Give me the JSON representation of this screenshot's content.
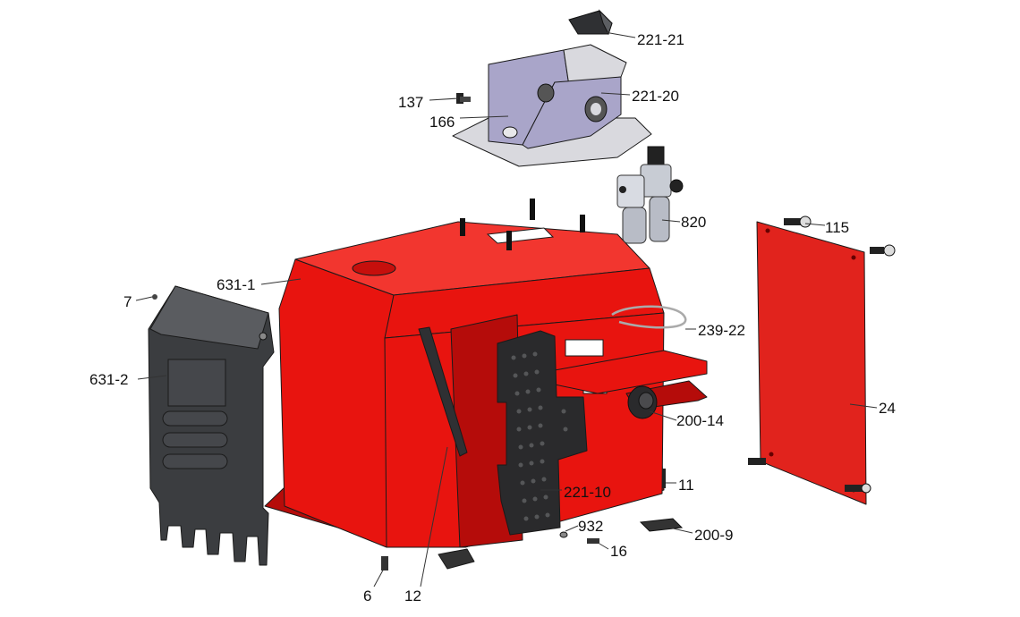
{
  "colors": {
    "frame_red": "#e8140f",
    "frame_red_dark": "#b50c0a",
    "frame_red_light": "#f2362f",
    "cover_dark": "#3b3d40",
    "cover_mid": "#5a5c60",
    "bracket_lavender": "#a9a5c9",
    "bracket_light": "#d9d9de",
    "pad_black": "#2a2a2c",
    "panel_red": "#e1231d"
  },
  "callouts": {
    "c221_21": "221-21",
    "c221_20": "221-20",
    "c137": "137",
    "c166": "166",
    "c820": "820",
    "c115": "115",
    "c631_1": "631-1",
    "c7": "7",
    "c631_2": "631-2",
    "c239_22": "239-22",
    "c24": "24",
    "c200_14": "200-14",
    "c11": "11",
    "c221_10": "221-10",
    "c932": "932",
    "c200_9": "200-9",
    "c16": "16",
    "c6": "6",
    "c12": "12"
  }
}
